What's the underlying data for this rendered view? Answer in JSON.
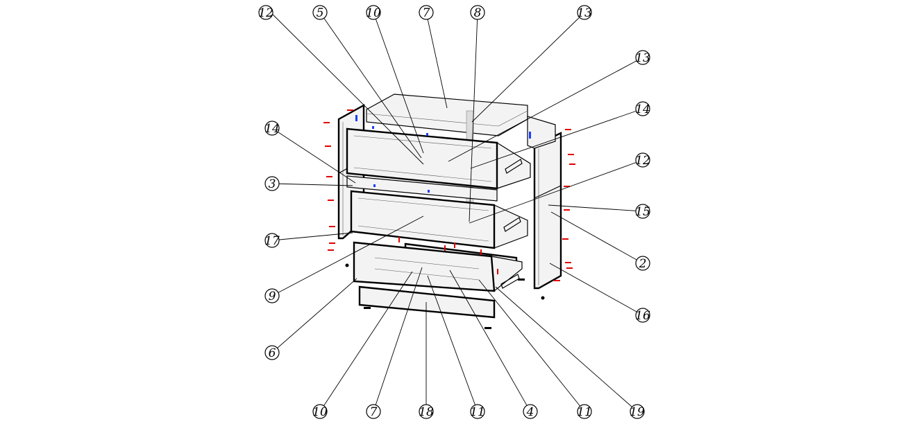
{
  "diagram": {
    "type": "exploded-assembly",
    "part_callouts": [
      {
        "id": "c-top-12",
        "number": "12"
      },
      {
        "id": "c-top-5",
        "number": "5"
      },
      {
        "id": "c-top-10",
        "number": "10"
      },
      {
        "id": "c-top-7",
        "number": "7"
      },
      {
        "id": "c-top-8",
        "number": "8"
      },
      {
        "id": "c-top-13",
        "number": "13"
      },
      {
        "id": "c-right-13",
        "number": "13"
      },
      {
        "id": "c-right-14",
        "number": "14"
      },
      {
        "id": "c-right-12",
        "number": "12"
      },
      {
        "id": "c-right-15",
        "number": "15"
      },
      {
        "id": "c-right-2",
        "number": "2"
      },
      {
        "id": "c-right-16",
        "number": "16"
      },
      {
        "id": "c-left-14",
        "number": "14"
      },
      {
        "id": "c-left-3",
        "number": "3"
      },
      {
        "id": "c-left-17",
        "number": "17"
      },
      {
        "id": "c-left-9",
        "number": "9"
      },
      {
        "id": "c-left-6",
        "number": "6"
      },
      {
        "id": "c-bot-10",
        "number": "10"
      },
      {
        "id": "c-bot-7",
        "number": "7"
      },
      {
        "id": "c-bot-18",
        "number": "18"
      },
      {
        "id": "c-bot-11a",
        "number": "11"
      },
      {
        "id": "c-bot-4",
        "number": "4"
      },
      {
        "id": "c-bot-11b",
        "number": "11"
      },
      {
        "id": "c-bot-19",
        "number": "19"
      }
    ],
    "colors": {
      "line": "#000000",
      "hardware_red": "#e00000",
      "hardware_blue": "#1a3cff",
      "background": "#ffffff"
    }
  }
}
